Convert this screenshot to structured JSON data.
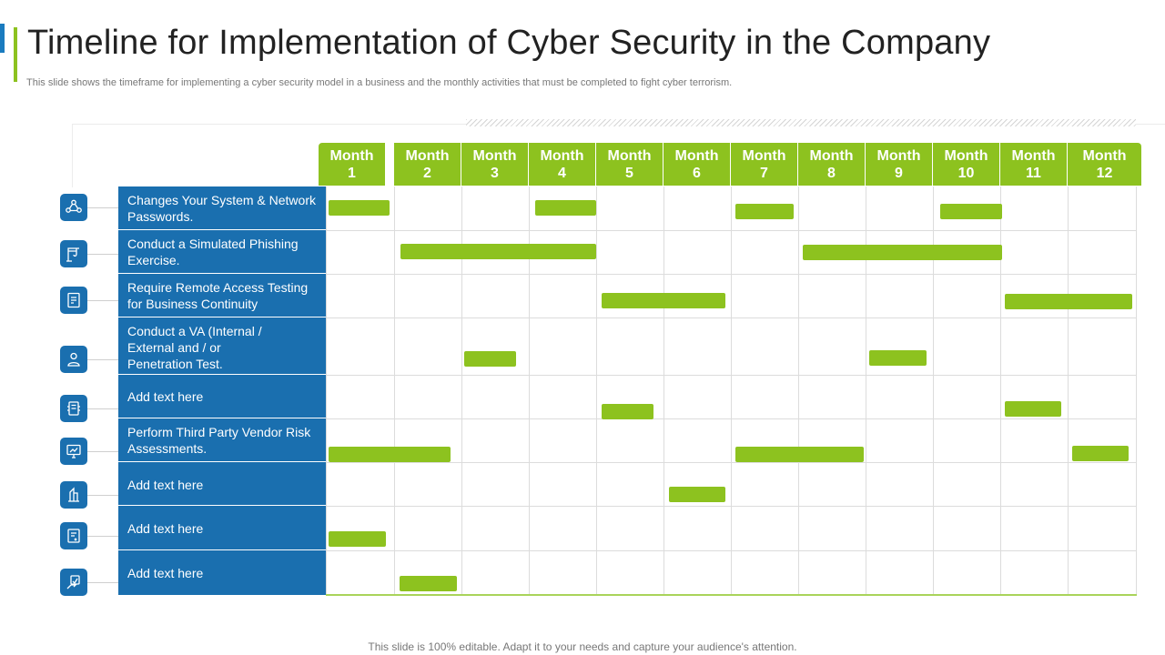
{
  "header": {
    "title": "Timeline for Implementation of Cyber Security in the Company",
    "subtitle": "This slide shows the timeframe for implementing a cyber security model in a business and the monthly activities that must be completed to fight cyber terrorism."
  },
  "months": [
    {
      "word": "Month",
      "num": "1"
    },
    {
      "word": "Month",
      "num": "2"
    },
    {
      "word": "Month",
      "num": "3"
    },
    {
      "word": "Month",
      "num": "4"
    },
    {
      "word": "Month",
      "num": "5"
    },
    {
      "word": "Month",
      "num": "6"
    },
    {
      "word": "Month",
      "num": "7"
    },
    {
      "word": "Month",
      "num": "8"
    },
    {
      "word": "Month",
      "num": "9"
    },
    {
      "word": "Month",
      "num": "10"
    },
    {
      "word": "Month",
      "num": "11"
    },
    {
      "word": "Month",
      "num": "12"
    }
  ],
  "activities": [
    {
      "label": "Changes Your System & Network Passwords.",
      "icon": "people-network-icon"
    },
    {
      "label": "Conduct a Simulated Phishing Exercise.",
      "icon": "hook-crane-icon"
    },
    {
      "label": "Require Remote Access Testing for Business Continuity",
      "icon": "document-check-icon"
    },
    {
      "label": "Conduct a VA (Internal / External and / or Penetration Test.",
      "icon": "user-shield-icon"
    },
    {
      "label": "Add text here",
      "icon": "server-device-icon"
    },
    {
      "label": "Perform Third Party Vendor Risk Assessments.",
      "icon": "monitor-chart-icon"
    },
    {
      "label": "Add text here",
      "icon": "hand-building-icon"
    },
    {
      "label": "Add text here",
      "icon": "report-document-icon"
    },
    {
      "label": "Add text here",
      "icon": "hand-card-icon"
    }
  ],
  "colors": {
    "bar": "#8dc21f",
    "header": "#8dc21f",
    "label_bg": "#1a6faf",
    "accent": "#1a7bbf"
  },
  "footer": {
    "text": "This slide is 100% editable. Adapt it to your needs and capture your audience's attention."
  }
}
